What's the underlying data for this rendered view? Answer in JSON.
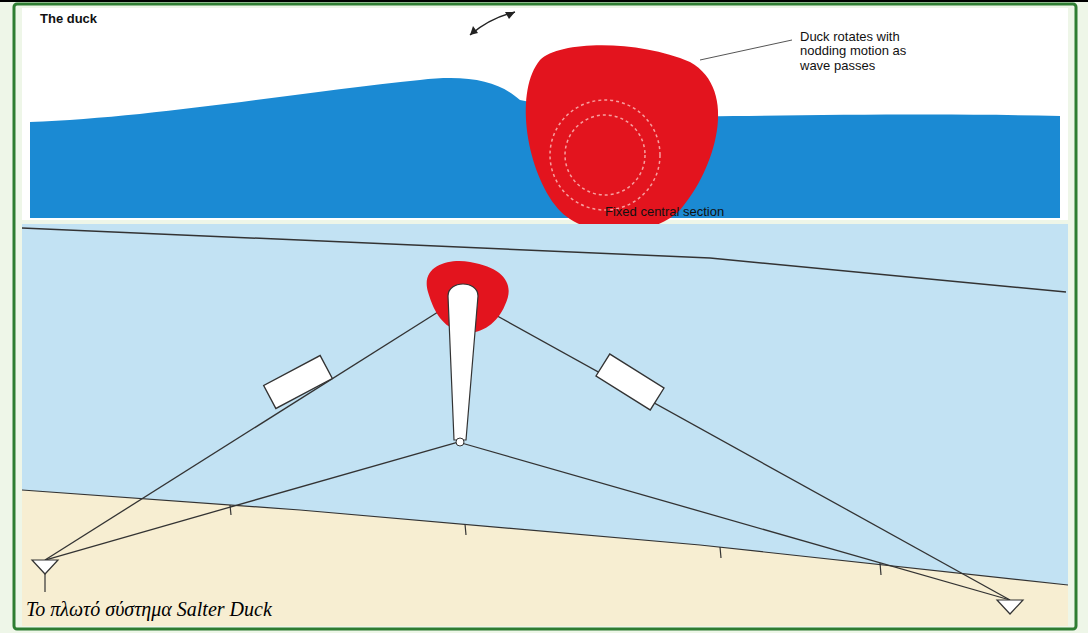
{
  "diagram": {
    "caption": "Το πλωτό σύστημα Salter Duck",
    "labels": [
      "The duck",
      "Duck rotates with nodding motion as wave passes",
      "Fixed central section"
    ]
  }
}
